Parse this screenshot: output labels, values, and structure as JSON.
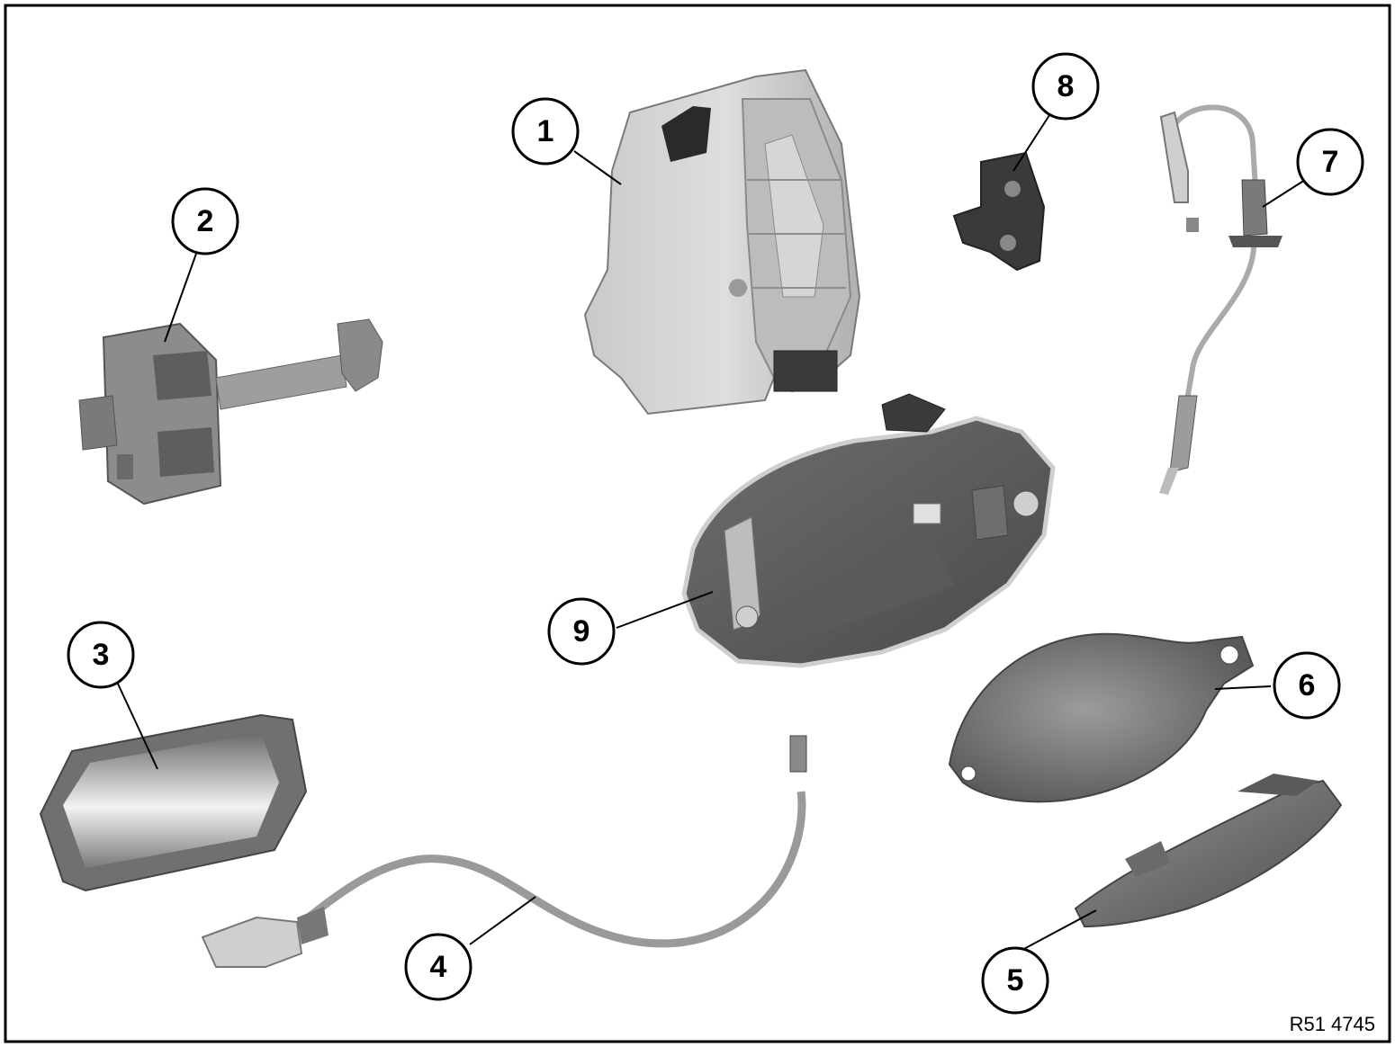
{
  "figure_ref": "R51 4745",
  "callouts": [
    {
      "id": "1",
      "label": "1"
    },
    {
      "id": "2",
      "label": "2"
    },
    {
      "id": "3",
      "label": "3"
    },
    {
      "id": "4",
      "label": "4"
    },
    {
      "id": "5",
      "label": "5"
    },
    {
      "id": "6",
      "label": "6"
    },
    {
      "id": "7",
      "label": "7"
    },
    {
      "id": "8",
      "label": "8"
    },
    {
      "id": "9",
      "label": "9"
    }
  ]
}
